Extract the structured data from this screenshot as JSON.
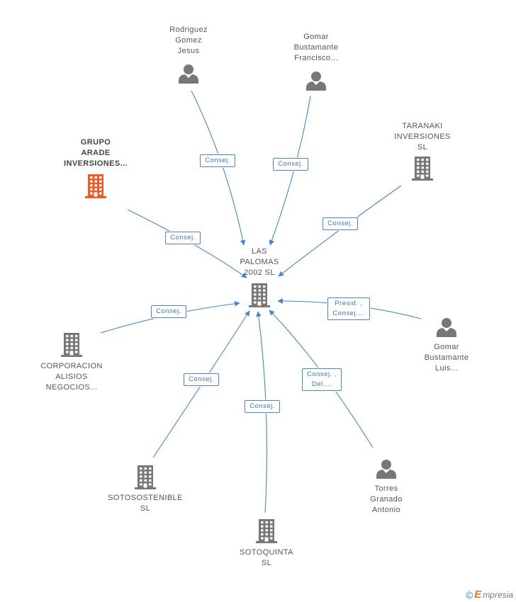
{
  "center": {
    "label": [
      "LAS",
      "PALOMAS",
      "2002 SL"
    ],
    "icon": "building-icon",
    "color": "#777777"
  },
  "nodes": [
    {
      "id": "rodriguez",
      "type": "person",
      "label": [
        "Rodriguez",
        "Gomez",
        "Jesus"
      ],
      "color": "#777777"
    },
    {
      "id": "gomar-francisco",
      "type": "person",
      "label": [
        "Gomar",
        "Bustamante",
        "Francisco..."
      ],
      "color": "#777777"
    },
    {
      "id": "taranaki",
      "type": "company",
      "label": [
        "TARANAKI",
        "INVERSIONES",
        "SL"
      ],
      "color": "#777777"
    },
    {
      "id": "grupo-arade",
      "type": "company",
      "label": [
        "GRUPO",
        "ARADE",
        "INVERSIONES..."
      ],
      "color": "#f05a28",
      "highlight": true
    },
    {
      "id": "gomar-luis",
      "type": "person",
      "label": [
        "Gomar",
        "Bustamante",
        "Luis..."
      ],
      "color": "#777777"
    },
    {
      "id": "corporacion",
      "type": "company",
      "label": [
        "CORPORACION",
        "ALISIOS",
        "NEGOCIOS..."
      ],
      "color": "#777777"
    },
    {
      "id": "torres",
      "type": "person",
      "label": [
        "Torres",
        "Granado",
        "Antonio"
      ],
      "color": "#777777"
    },
    {
      "id": "sotosostenible",
      "type": "company",
      "label": [
        "SOTOSOSTENIBLE",
        "SL"
      ],
      "color": "#777777"
    },
    {
      "id": "sotoquinta",
      "type": "company",
      "label": [
        "SOTOQUINTA",
        "SL"
      ],
      "color": "#777777"
    }
  ],
  "edges": [
    {
      "from": "rodriguez",
      "label": [
        "Consej."
      ]
    },
    {
      "from": "gomar-francisco",
      "label": [
        "Consej."
      ]
    },
    {
      "from": "taranaki",
      "label": [
        "Consej."
      ]
    },
    {
      "from": "grupo-arade",
      "label": [
        "Consej."
      ]
    },
    {
      "from": "gomar-luis",
      "label": [
        "Presid. ,",
        "Consej...."
      ]
    },
    {
      "from": "corporacion",
      "label": [
        "Consej."
      ]
    },
    {
      "from": "torres",
      "label": [
        "Consej. ,",
        "Del...."
      ]
    },
    {
      "from": "sotosostenible",
      "label": [
        "Consej."
      ]
    },
    {
      "from": "sotoquinta",
      "label": [
        "Consej."
      ]
    }
  ],
  "colors": {
    "edge": "#4a86c8",
    "edge_text": "#3a78bf"
  },
  "footer": {
    "copyright": "©",
    "brand_initial": "E",
    "brand_rest": "mpresia"
  }
}
